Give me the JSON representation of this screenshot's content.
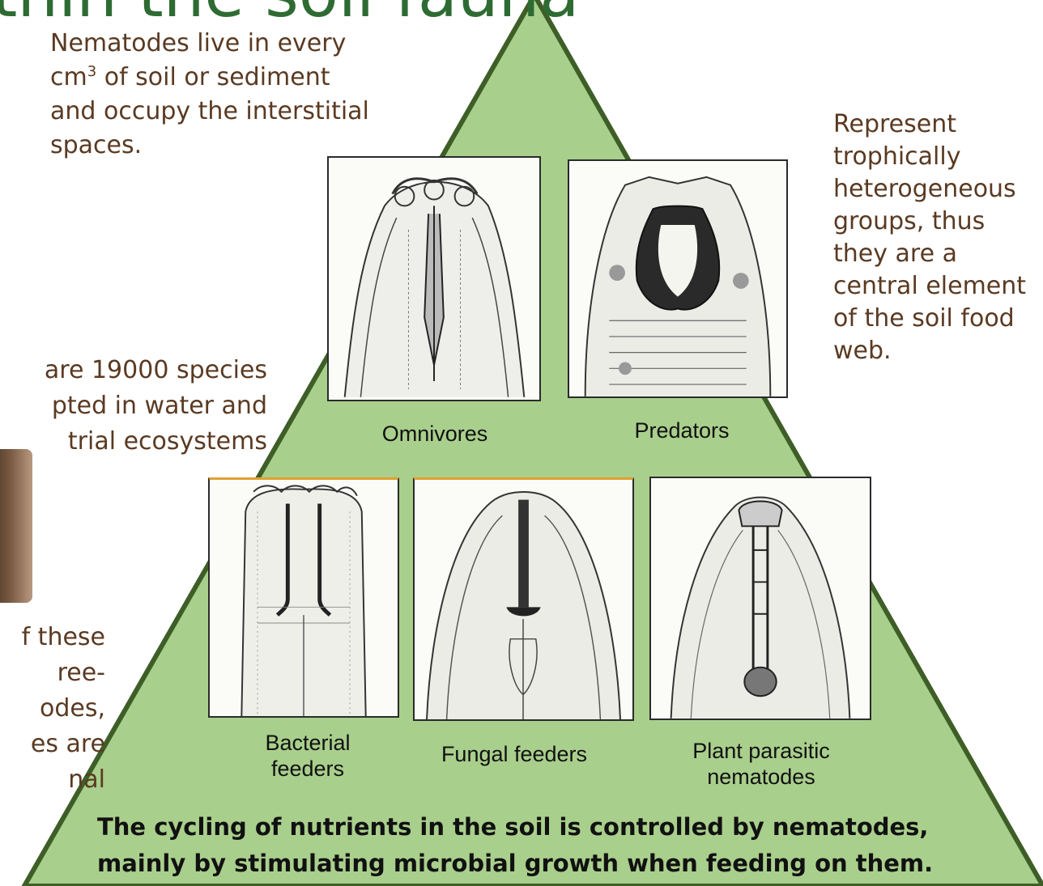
{
  "title_fragment": "thin the soil fauna",
  "text_top_left": {
    "line1": "Nematodes live in every",
    "cm": "cm",
    "superscript": "3",
    "line2_rest": " of soil or sediment",
    "line3": "and occupy the interstitial",
    "line4": "spaces."
  },
  "text_top_right": [
    "Represent",
    "trophically",
    "heterogeneous",
    "groups, thus",
    "they are a",
    "central element",
    "of the soil food",
    "web."
  ],
  "text_mid_left": [
    "are 19000 species",
    "pted in water and",
    "trial ecosystems"
  ],
  "text_bottom_left": [
    "f these",
    "ree-",
    "odes,",
    "es are",
    "nal"
  ],
  "captions": {
    "omnivores": "Omnivores",
    "predators": "Predators",
    "bacterial_1": "Bacterial",
    "bacterial_2": "feeders",
    "fungal": "Fungal feeders",
    "plant_1": "Plant parasitic",
    "plant_2": "nematodes"
  },
  "bottom_statement": {
    "line1": "The cycling of nutrients in the soil is controlled by nematodes,",
    "line2": "mainly by stimulating microbial growth when feeding on them."
  },
  "colors": {
    "pyramid_fill": "#a9cf8c",
    "pyramid_stroke": "#3e5e27",
    "title": "#2e6b33",
    "body_text": "#5a3a22"
  }
}
